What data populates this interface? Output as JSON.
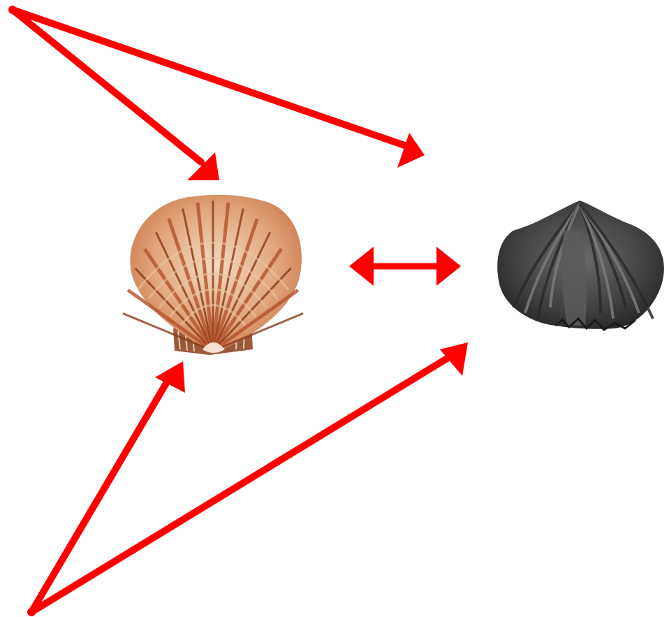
{
  "colors": {
    "arrow": "#ff0000",
    "background": "#ffffff",
    "scallop_base": "#e9c6a4",
    "scallop_rib": "#b5532c",
    "scallop_band": "#8a3a1a",
    "brachiopod_base": "#4a4a4a",
    "brachiopod_rib": "#2a2a2a",
    "brachiopod_highlight": "#7a7a7a"
  },
  "figures": [
    {
      "name": "scallop-shell",
      "icon": "scallop-shell-photo"
    },
    {
      "name": "brachiopod-fossil",
      "icon": "brachiopod-fossil-photo"
    }
  ],
  "arrows": [
    {
      "name": "arrow-top-left-to-scallop",
      "type": "single"
    },
    {
      "name": "arrow-top-left-to-right",
      "type": "single"
    },
    {
      "name": "arrow-between-shells",
      "type": "double"
    },
    {
      "name": "arrow-bottom-left-to-scallop",
      "type": "single"
    },
    {
      "name": "arrow-bottom-left-to-brachiopod",
      "type": "single"
    }
  ]
}
